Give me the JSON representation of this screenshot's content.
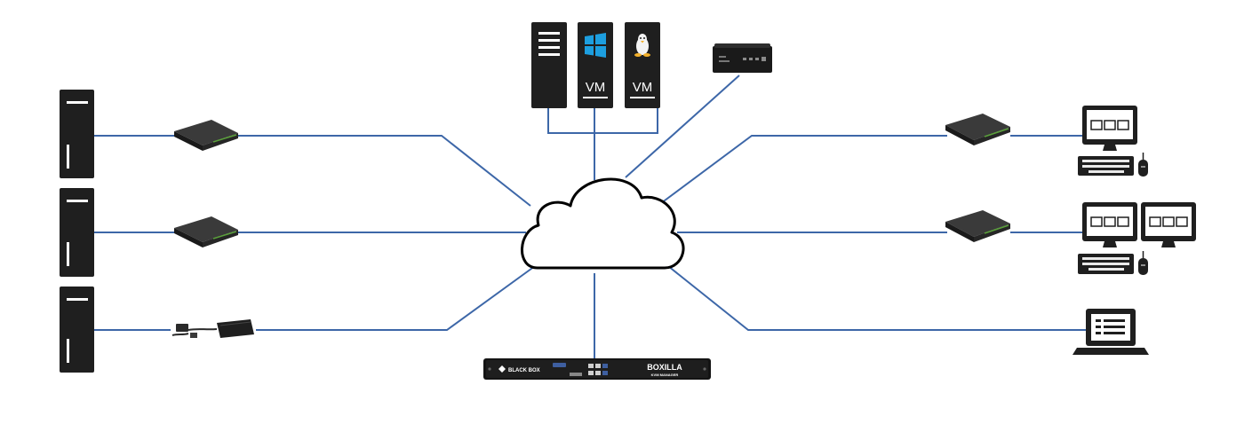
{
  "servers": {
    "vm_label_1": "VM",
    "vm_label_2": "VM"
  },
  "icons": [
    "server-tower-icon",
    "windows-logo-icon",
    "linux-penguin-icon",
    "cloud-icon",
    "kvm-receiver-icon",
    "kvm-transmitter-icon",
    "usb-dongle-icon",
    "monitor-icon",
    "keyboard-icon",
    "mouse-icon",
    "laptop-icon",
    "rack-appliance-icon",
    "mini-pc-icon"
  ],
  "appliance": {
    "brand": "BLACK BOX",
    "product": "BOXILLA",
    "subtitle": "KVM MANAGER"
  },
  "colors": {
    "link": "#3d67a8",
    "device": "#1f1f1f",
    "accent_green": "#5aa03a",
    "windows_blue": "#1d9fe0"
  }
}
